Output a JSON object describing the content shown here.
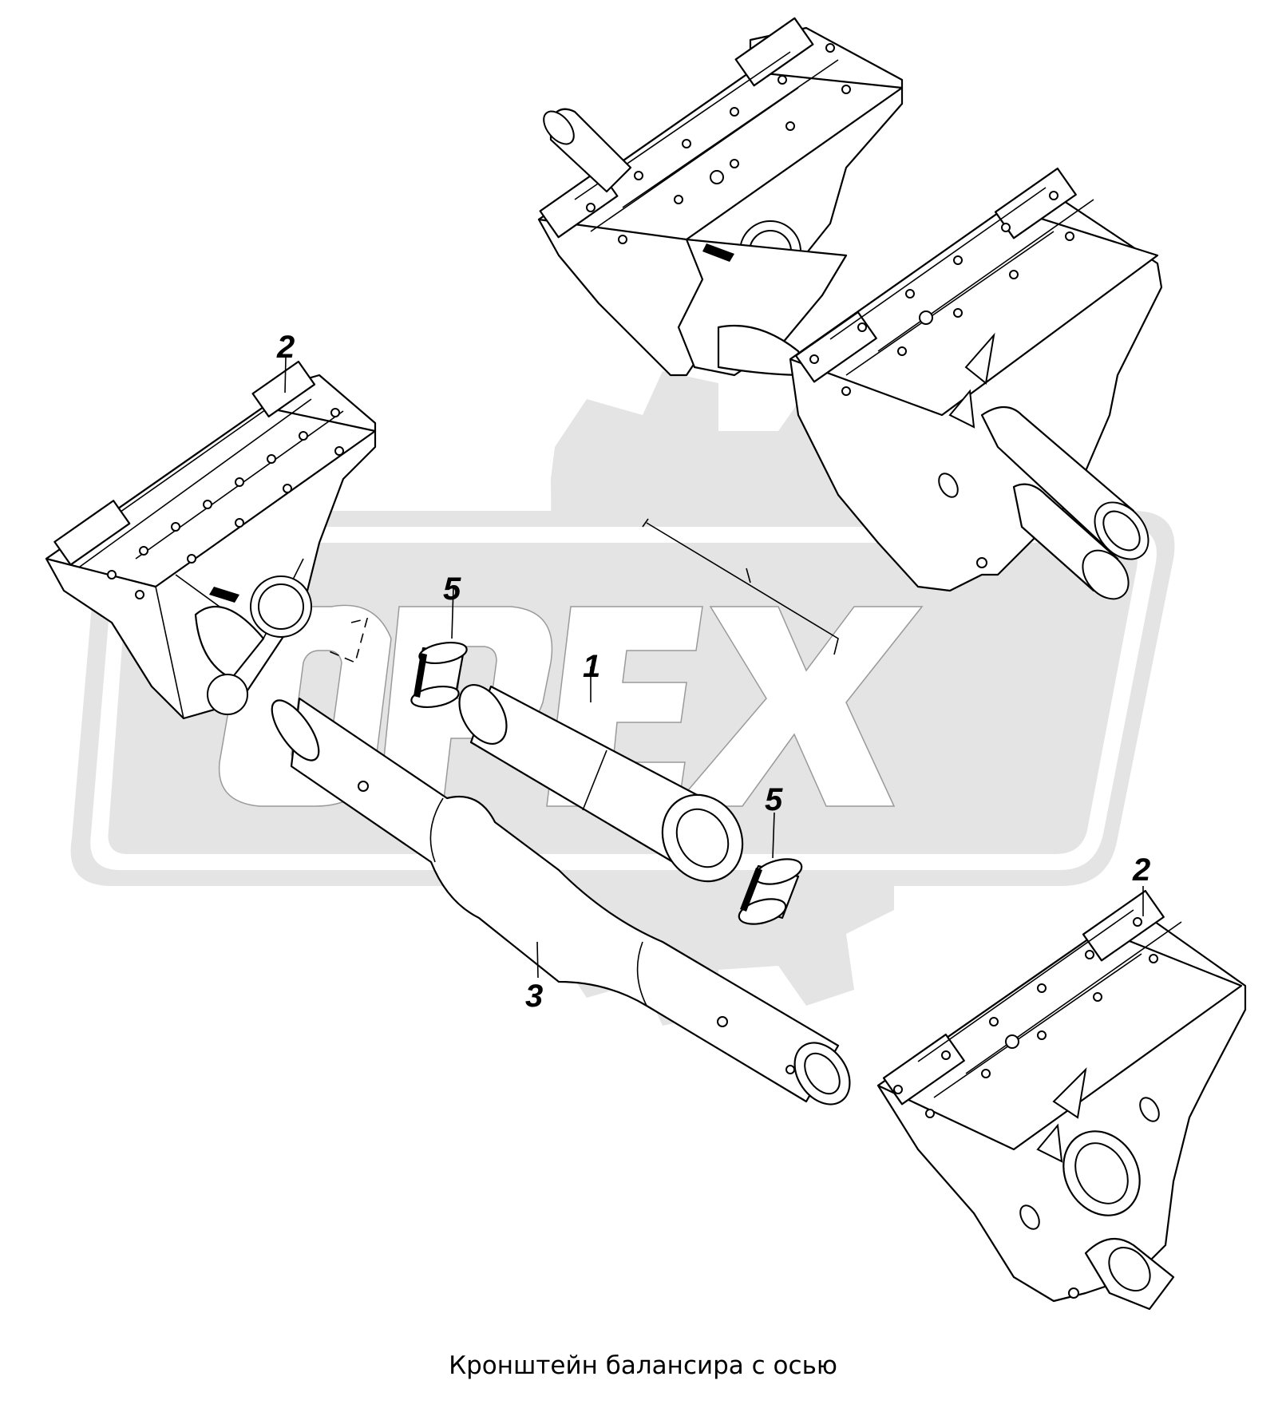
{
  "diagram": {
    "callouts": [
      {
        "id": "c2a",
        "label": "2"
      },
      {
        "id": "c5a",
        "label": "5"
      },
      {
        "id": "c1",
        "label": "1"
      },
      {
        "id": "c5b",
        "label": "5"
      },
      {
        "id": "c3",
        "label": "3"
      },
      {
        "id": "c2b",
        "label": "2"
      }
    ],
    "caption": "Кронштейн балансира с осью",
    "watermark": {
      "text": "OPEX",
      "color": "#e4e4e4"
    }
  }
}
